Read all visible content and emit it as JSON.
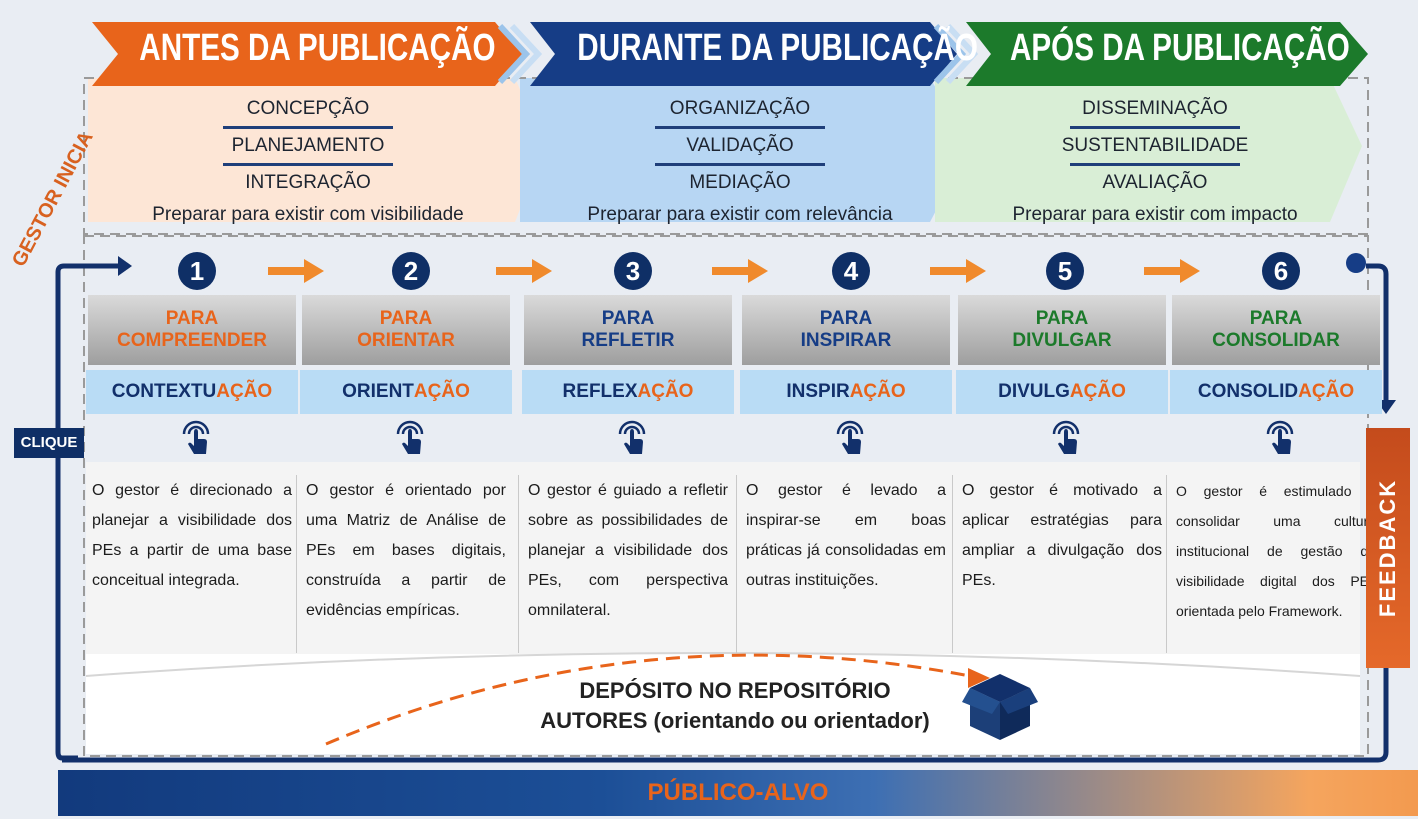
{
  "phases": [
    {
      "title": "ANTES DA PUBLICAÇÃO",
      "items": [
        "CONCEPÇÃO",
        "PLANEJAMENTO",
        "INTEGRAÇÃO"
      ],
      "subtitle": "Preparar para existir com visibilidade",
      "color": "#e8641b",
      "box": "#fde6d6"
    },
    {
      "title": "DURANTE DA PUBLICAÇÃO",
      "items": [
        "ORGANIZAÇÃO",
        "VALIDAÇÃO",
        "MEDIAÇÃO"
      ],
      "subtitle": "Preparar para existir com relevância",
      "color": "#163d86",
      "box": "#b7d6f3"
    },
    {
      "title": "APÓS DA PUBLICAÇÃO",
      "items": [
        "DISSEMINAÇÃO",
        "SUSTENTABILIDADE",
        "AVALIAÇÃO"
      ],
      "subtitle": "Preparar para existir com impacto",
      "color": "#1c7a2b",
      "box": "#d9eed6"
    }
  ],
  "side_label": "GESTOR INICIA",
  "clique_label": "CLIQUE",
  "steps": [
    {
      "number": "1",
      "head1": "PARA",
      "head2": "COMPREENDER",
      "head_color": "#e8641b",
      "band_prefix": "CONTEXTU",
      "band_suffix": "AÇÃO",
      "text": "O gestor é direcionado a planejar a visibilidade dos PEs a partir de uma base conceitual integrada."
    },
    {
      "number": "2",
      "head1": "PARA",
      "head2": "ORIENTAR",
      "head_color": "#e8641b",
      "band_prefix": "ORIENT",
      "band_suffix": "AÇÃO",
      "text": "O gestor é orientado por uma Matriz de Análise de PEs em bases digitais, construída a partir de evidências empíricas."
    },
    {
      "number": "3",
      "head1": "PARA",
      "head2": "REFLETIR",
      "head_color": "#163d86",
      "band_prefix": "REFLEX",
      "band_suffix": "AÇÃO",
      "text": "O gestor é guiado a refletir sobre as possibilidades de planejar a visibilidade dos PEs, com perspectiva omnilateral."
    },
    {
      "number": "4",
      "head1": "PARA",
      "head2": "INSPIRAR",
      "head_color": "#163d86",
      "band_prefix": "INSPIR",
      "band_suffix": "AÇÃO",
      "text": "O gestor é levado a inspirar-se em boas práticas já consolidadas em outras instituições."
    },
    {
      "number": "5",
      "head1": "PARA",
      "head2": "DIVULGAR",
      "head_color": "#1c7a2b",
      "band_prefix": "DIVULG",
      "band_suffix": "AÇÃO",
      "text": "O gestor é motivado a aplicar estratégias para ampliar a divulgação dos PEs."
    },
    {
      "number": "6",
      "head1": "PARA",
      "head2": "CONSOLIDAR",
      "head_color": "#1c7a2b",
      "band_prefix": "CONSOLID",
      "band_suffix": "AÇÃO",
      "text": "O gestor é estimulado a consolidar uma cultura institucional de gestão da visibilidade digital dos PEs orientada pelo Framework."
    }
  ],
  "deposit": {
    "line1": "DEPÓSITO NO REPOSITÓRIO",
    "line2": "AUTORES (orientando ou orientador)"
  },
  "feedback_label": "FEEDBACK",
  "publico_label": "PÚBLICO-ALVO"
}
